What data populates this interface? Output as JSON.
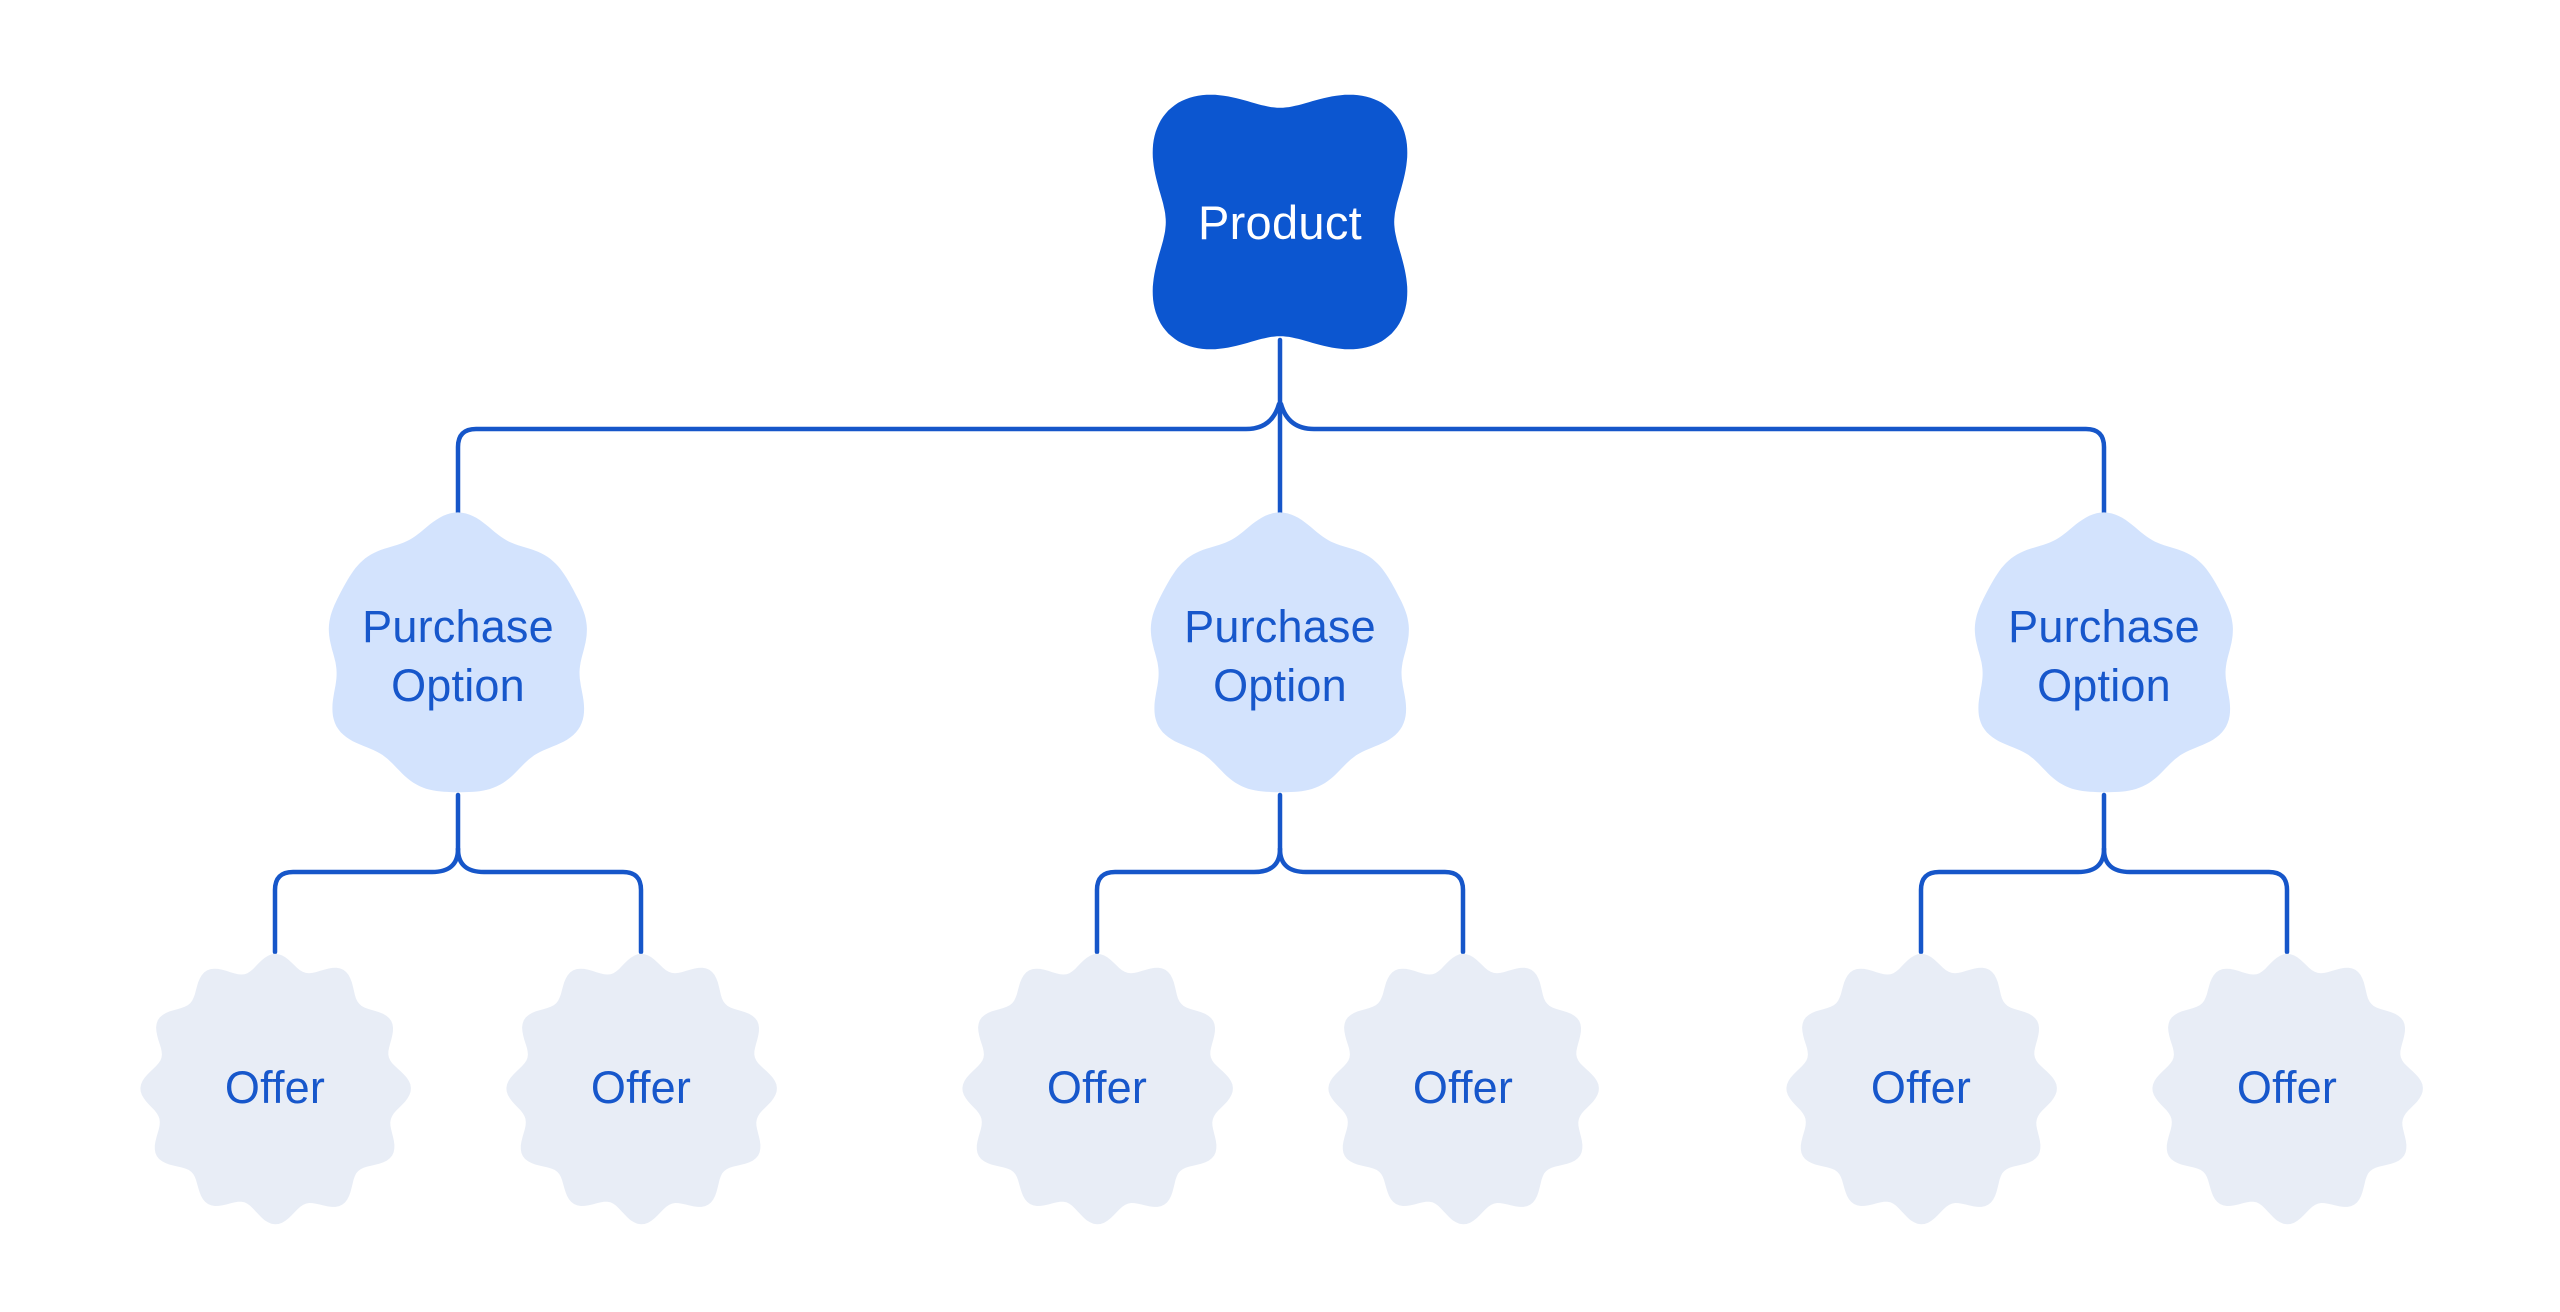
{
  "diagram": {
    "description": "Tree diagram showing a Product with three Purchase Options, each having two Offers",
    "colors": {
      "background": "#FFFFFF",
      "connector": "#1656C9",
      "product_fill": "#0C56D0",
      "product_text": "#FFFFFF",
      "purchase_fill": "#D3E3FD",
      "offer_fill": "#E8EDF6",
      "node_text": "#1757CB"
    },
    "nodes": {
      "root": {
        "label": "Product"
      },
      "purchase_options": [
        {
          "label": "Purchase Option",
          "offers": [
            {
              "label": "Offer"
            },
            {
              "label": "Offer"
            }
          ]
        },
        {
          "label": "Purchase Option",
          "offers": [
            {
              "label": "Offer"
            },
            {
              "label": "Offer"
            }
          ]
        },
        {
          "label": "Purchase Option",
          "offers": [
            {
              "label": "Offer"
            },
            {
              "label": "Offer"
            }
          ]
        }
      ]
    }
  }
}
